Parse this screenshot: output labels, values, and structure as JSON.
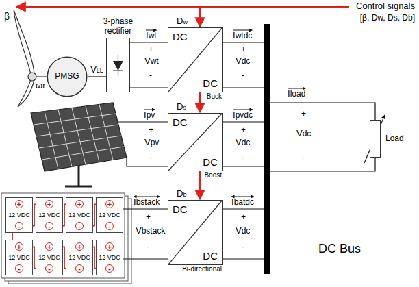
{
  "diagram": {
    "nodes": [
      {
        "text": [
          "PMSG"
        ]
      },
      {
        "text": [
          "3-phase rectifier"
        ]
      },
      {
        "text": [
          "Dw",
          "DC",
          "DC",
          "Buck"
        ]
      },
      {
        "text": [
          "DC Bus"
        ]
      },
      {
        "text": [
          "Load"
        ]
      },
      {
        "text": [
          "Ds",
          "DC",
          "DC",
          "Boost"
        ]
      },
      {
        "text": [
          "Db",
          "DC",
          "DC",
          "Bi-directional"
        ]
      },
      {
        "text": [
          "+",
          "12 VDC",
          "-"
        ]
      },
      {
        "text": [
          "+",
          "12 VDC",
          "-"
        ]
      },
      {
        "text": [
          "+",
          "12 VDC",
          "-"
        ]
      },
      {
        "text": [
          "+",
          "12 VDC",
          "-"
        ]
      },
      {
        "text": [
          "+",
          "12 VDC",
          "-"
        ]
      },
      {
        "text": [
          "+",
          "12 VDC",
          "-"
        ]
      },
      {
        "text": [
          "+",
          "12 VDC",
          "-"
        ]
      },
      {
        "text": [
          "+",
          "12 VDC",
          "-"
        ]
      }
    ],
    "edges": [
      {
        "from": 0,
        "to": 1,
        "arrow": "none",
        "label": "VLL"
      },
      {
        "from": 1,
        "to": 2,
        "arrow": "none"
      },
      {
        "from": 2,
        "to": 3,
        "arrow": "none"
      },
      {
        "from": 5,
        "to": 3,
        "arrow": "none"
      },
      {
        "from": 6,
        "to": 3,
        "arrow": "none"
      },
      {
        "from": 3,
        "to": 4,
        "arrow": "none"
      },
      {
        "from": 7,
        "to": 8,
        "arrow": "none"
      },
      {
        "from": 8,
        "to": 9,
        "arrow": "none"
      },
      {
        "from": 9,
        "to": 10,
        "arrow": "none"
      },
      {
        "from": 7,
        "to": 11,
        "arrow": "none"
      },
      {
        "from": 11,
        "to": 12,
        "arrow": "none"
      },
      {
        "from": 12,
        "to": 13,
        "arrow": "none"
      },
      {
        "from": 13,
        "to": 14,
        "arrow": "none"
      },
      {
        "from": 10,
        "to": 6,
        "arrow": "none"
      }
    ],
    "labels": [
      "Control signals",
      "[β, Dw, Ds, Db]",
      "β",
      "ωr",
      "Iwt",
      "+",
      "Vwt",
      "-",
      "Iwtdc",
      "+",
      "Vdc",
      "-",
      "Iload",
      "+",
      "Vdc",
      "-",
      "Ipv",
      "+",
      "Vpv",
      "-",
      "Ipvdc",
      "+",
      "Vdc",
      "-",
      "Ibstack",
      "+",
      "Vbstack",
      "-",
      "Ibatdc",
      "+",
      "Vdc",
      "-"
    ]
  }
}
